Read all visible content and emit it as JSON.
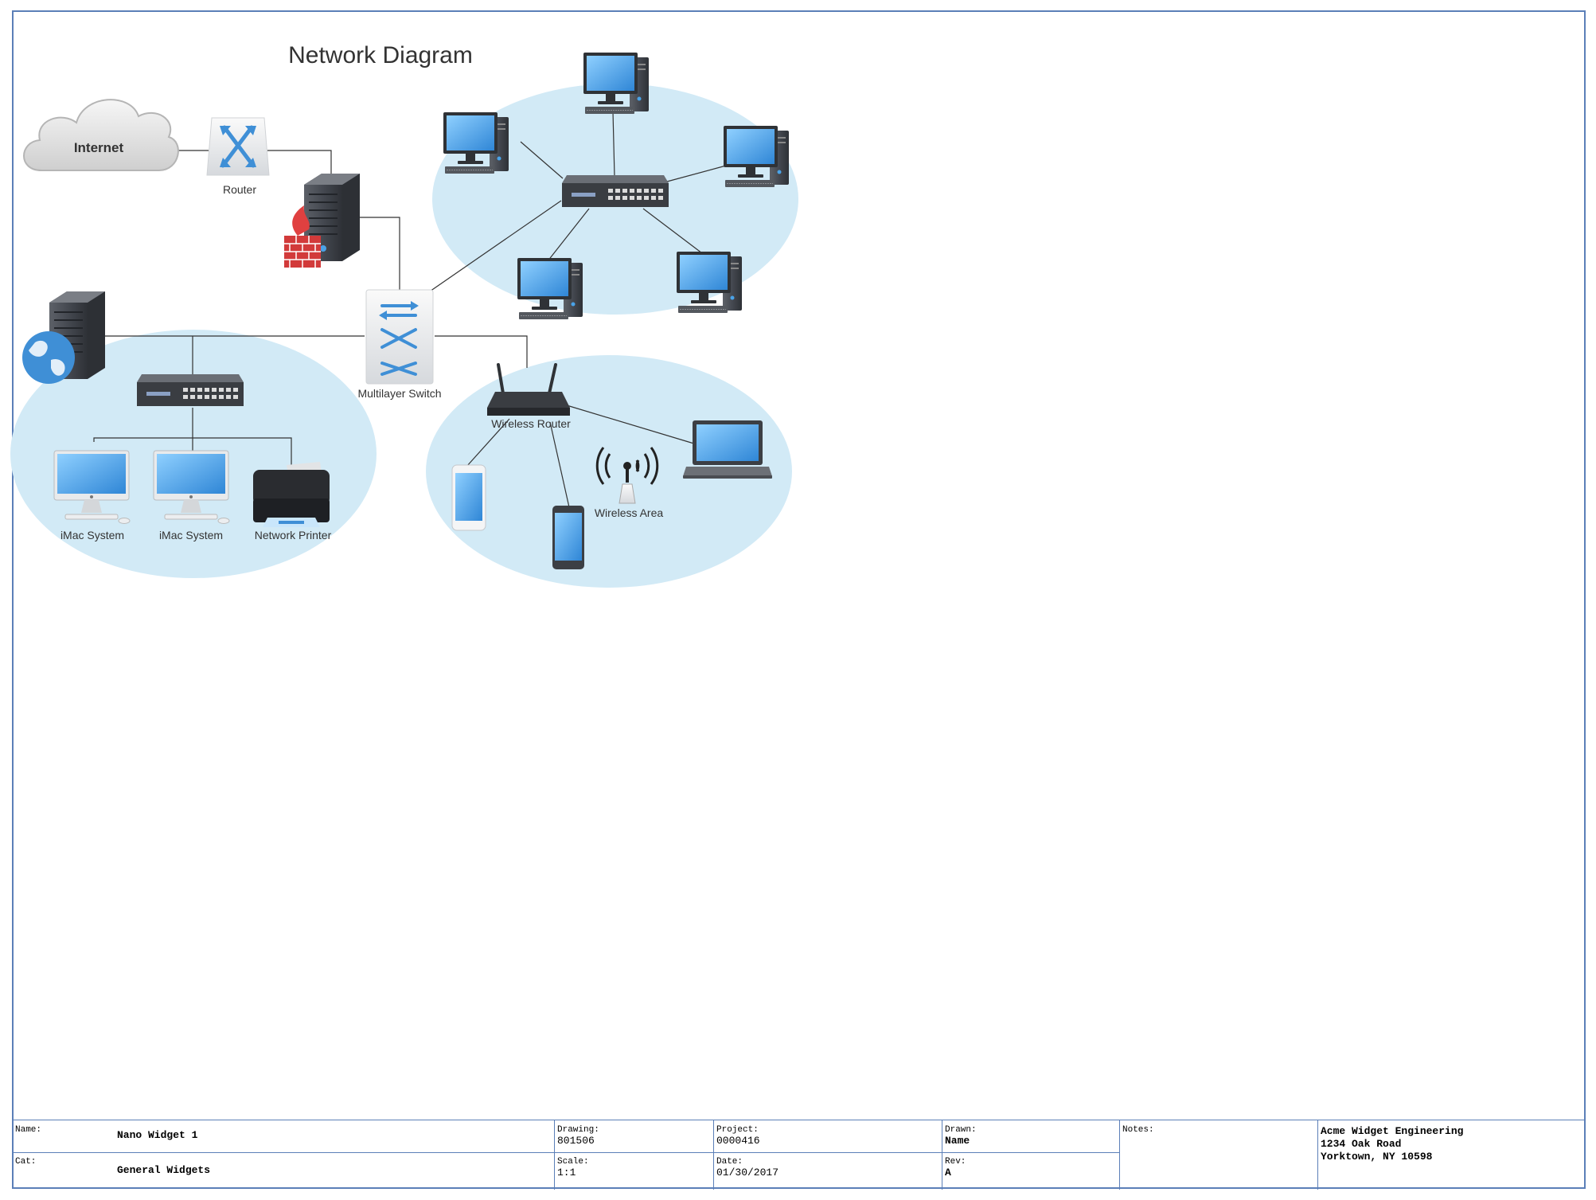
{
  "diagram": {
    "title": "Network Diagram",
    "labels": {
      "internet": "Internet",
      "router": "Router",
      "multilayer_switch": "Multilayer Switch",
      "wireless_router": "Wireless Router",
      "wireless_area": "Wireless Area",
      "imac1": "iMac System",
      "imac2": "iMac System",
      "printer": "Network Printer"
    },
    "colors": {
      "zone_fill": "#d2eaf6",
      "screen_blue": "#4aa3e8",
      "device_dark": "#3c3f44",
      "firewall_red": "#d23a3a",
      "line": "#333333"
    }
  },
  "title_block": {
    "name_key": "Name:",
    "name_val": "Nano Widget 1",
    "cat_key": "Cat:",
    "cat_val": "General Widgets",
    "drawing_key": "Drawing:",
    "drawing_val": "801506",
    "scale_key": "Scale:",
    "scale_val": "1:1",
    "project_key": "Project:",
    "project_val": "0000416",
    "date_key": "Date:",
    "date_val": "01/30/2017",
    "drawn_key": "Drawn:",
    "drawn_val": "Name",
    "rev_key": "Rev:",
    "rev_val": "A",
    "notes_key": "Notes:",
    "company_line1": "Acme Widget Engineering",
    "company_line2": "1234 Oak Road",
    "company_line3": "Yorktown, NY 10598"
  }
}
